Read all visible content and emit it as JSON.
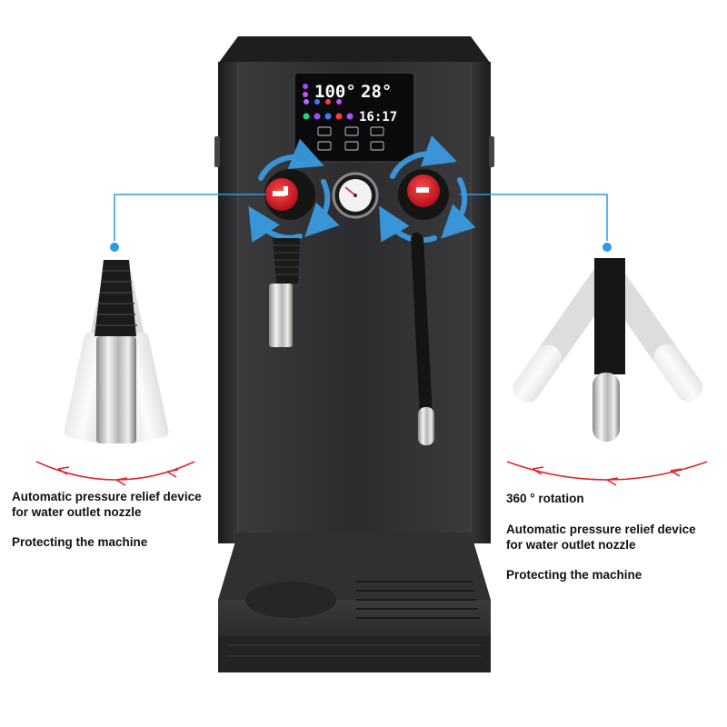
{
  "display": {
    "water_temperature": "100°",
    "steam_temperature": "28°",
    "clock": "16:17"
  },
  "left_callout": {
    "line1": "Automatic pressure relief device",
    "line2": "for water outlet nozzle",
    "line3": "Protecting the machine"
  },
  "right_callout": {
    "rotation": "360 ° rotation",
    "line1": "Automatic pressure relief device",
    "line2": "for water outlet nozzle",
    "line3": "Protecting the machine"
  },
  "colors": {
    "machine_body": "#2b2b2d",
    "knob_red": "#e0202a",
    "rotation_arrow": "#3aa0e8",
    "swing_arrow": "#e0242a",
    "callout_line": "#2e9be0"
  }
}
